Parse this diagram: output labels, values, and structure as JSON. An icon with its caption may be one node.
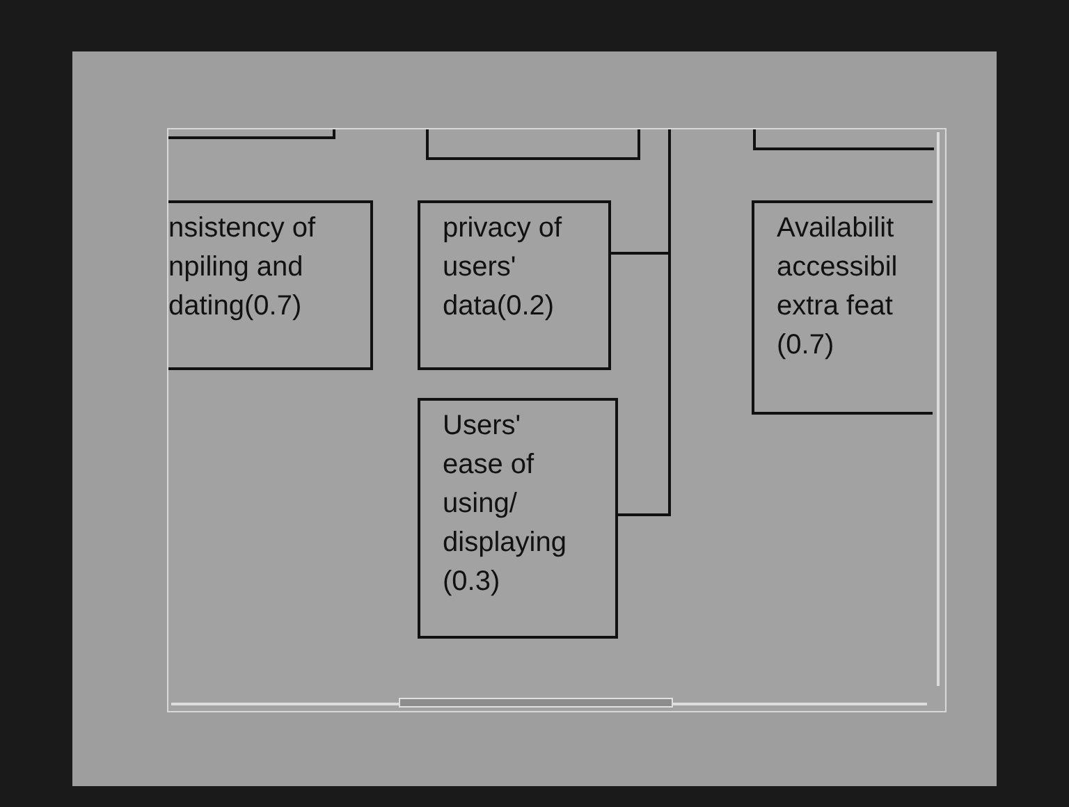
{
  "diagram": {
    "nodes": [
      {
        "text": [],
        "shape": "box"
      },
      {
        "text": [],
        "shape": "box"
      },
      {
        "text": [],
        "shape": "box"
      },
      {
        "text": [
          "nsistency of npiling and dating(0.7)"
        ]
      },
      {
        "text": [
          "privacy of users' data(0.2)"
        ]
      },
      {
        "text": [
          "Availabilit accessibil extra feat (0.7)"
        ]
      },
      {
        "text": [
          "Users' ease of using/ displaying (0.3)"
        ]
      }
    ],
    "edges": [
      {
        "from": null,
        "to": 4,
        "arrow": "none"
      },
      {
        "from": null,
        "to": 6,
        "arrow": "none"
      }
    ]
  }
}
